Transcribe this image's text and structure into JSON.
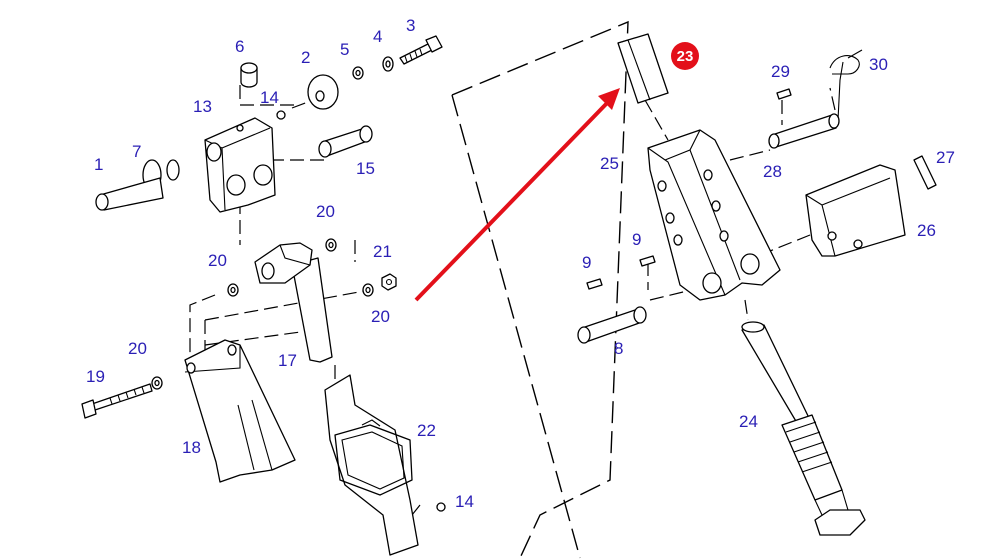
{
  "colors": {
    "label": "#2a1fb5",
    "highlight_badge": "#e3101a",
    "arrow": "#e3101a",
    "line": "#000000",
    "background": "#ffffff"
  },
  "highlighted_part": "23",
  "labels": {
    "p1": "1",
    "p2": "2",
    "p3": "3",
    "p4": "4",
    "p5": "5",
    "p6": "6",
    "p7": "7",
    "p8": "8",
    "p9a": "9",
    "p9b": "9",
    "p13": "13",
    "p14a": "14",
    "p14b": "14",
    "p15": "15",
    "p17": "17",
    "p18": "18",
    "p19": "19",
    "p20a": "20",
    "p20b": "20",
    "p20c": "20",
    "p20d": "20",
    "p21": "21",
    "p22": "22",
    "p23": "23",
    "p24": "24",
    "p25": "25",
    "p26": "26",
    "p27": "27",
    "p28": "28",
    "p29": "29",
    "p30": "30"
  }
}
